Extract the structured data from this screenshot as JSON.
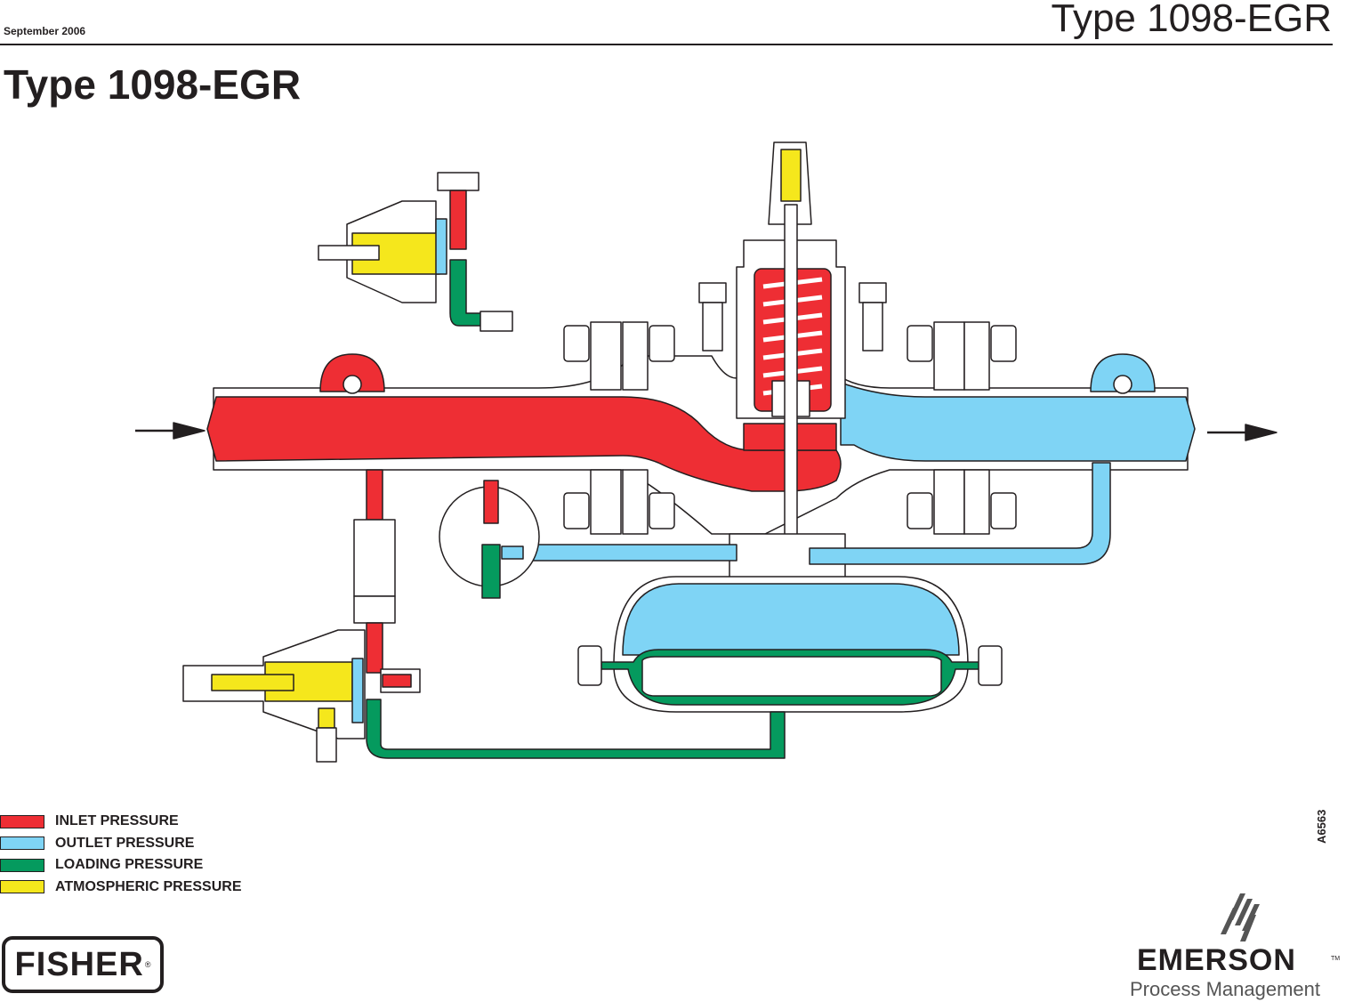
{
  "header": {
    "date": "September 2006",
    "type_label": "Type 1098-EGR"
  },
  "title": "Type 1098-EGR",
  "legend": [
    {
      "label": "INLET PRESSURE",
      "color": "#ee2e34"
    },
    {
      "label": "OUTLET PRESSURE",
      "color": "#7fd4f5"
    },
    {
      "label": "LOADING PRESSURE",
      "color": "#059a5e"
    },
    {
      "label": "ATMOSPHERIC PRESSURE",
      "color": "#f5e71c"
    }
  ],
  "drawing_code": "A6563",
  "logos": {
    "fisher": "FISHER",
    "emerson": "EMERSON",
    "emerson_sub": "Process Management"
  },
  "colors": {
    "inlet": "#ee2e34",
    "outlet": "#7fd4f5",
    "loading": "#059a5e",
    "atmospheric": "#f5e71c",
    "body": "#ffffff",
    "outline": "#231f20"
  }
}
